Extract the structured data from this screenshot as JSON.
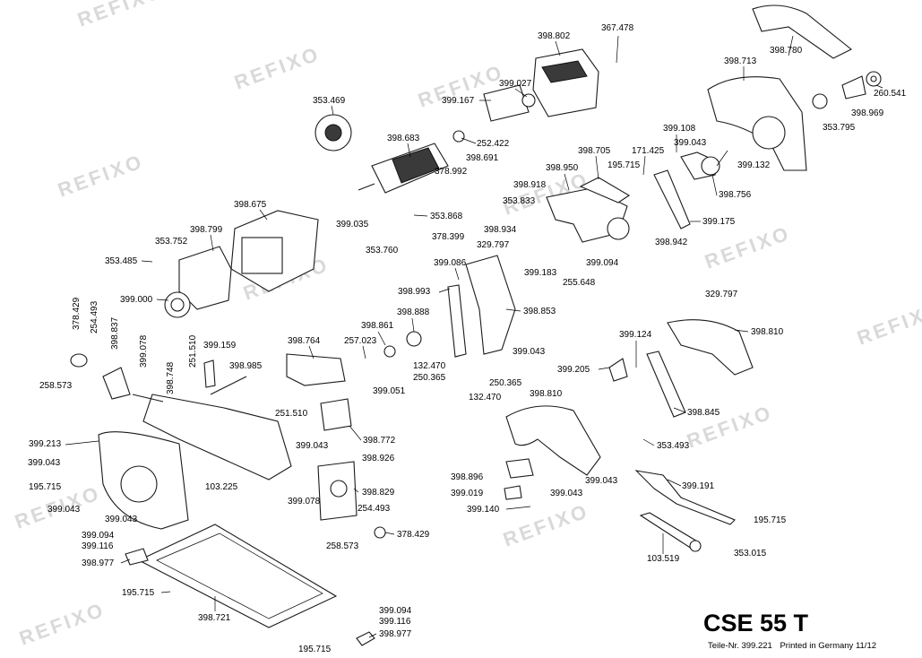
{
  "watermark": "REFIXO",
  "model": "CSE 55 T",
  "footer": {
    "part_no": "Teile-Nr. 399.221",
    "printed": "Printed in Germany 11/12"
  },
  "part_labels": [
    "367.478",
    "398.802",
    "398.780",
    "398.713",
    "260.541",
    "399.027",
    "399.167",
    "353.469",
    "398.683",
    "252.422",
    "398.691",
    "378.992",
    "353.795",
    "398.969",
    "399.108",
    "399.043",
    "399.132",
    "398.705",
    "171.425",
    "195.715",
    "398.950",
    "398.756",
    "398.918",
    "353.833",
    "398.675",
    "353.868",
    "399.035",
    "398.799",
    "378.399",
    "353.752",
    "353.760",
    "353.485",
    "398.934",
    "329.797",
    "399.175",
    "398.942",
    "399.086",
    "399.183",
    "399.094",
    "255.648",
    "399.000",
    "378.429",
    "254.493",
    "398.993",
    "398.853",
    "398.837",
    "398.861",
    "398.888",
    "329.797",
    "399.078",
    "251.510",
    "399.159",
    "398.748",
    "398.764",
    "257.023",
    "399.043",
    "398.810",
    "399.124",
    "258.573",
    "398.985",
    "132.470",
    "250.365",
    "250.365",
    "399.205",
    "399.051",
    "132.470",
    "398.810",
    "398.845",
    "251.510",
    "399.213",
    "398.772",
    "399.043",
    "399.043",
    "398.926",
    "353.493",
    "195.715",
    "399.043",
    "398.896",
    "399.043",
    "399.078",
    "398.829",
    "399.019",
    "399.191",
    "103.225",
    "399.140",
    "399.043",
    "254.493",
    "399.043",
    "195.715",
    "399.094",
    "399.116",
    "258.573",
    "378.429",
    "353.015",
    "398.977",
    "103.519",
    "195.715",
    "398.721",
    "399.094",
    "399.116",
    "398.977",
    "195.715"
  ]
}
